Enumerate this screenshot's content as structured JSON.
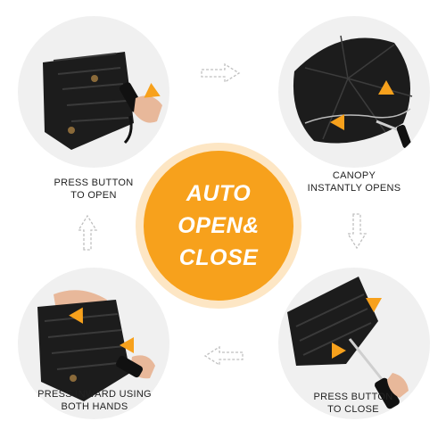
{
  "center_badge": {
    "line1": "AUTO",
    "line2": "OPEN&",
    "line3": "CLOSE"
  },
  "steps": [
    {
      "line1": "PRESS BUTTON",
      "line2": "TO OPEN"
    },
    {
      "line1": "CANOPY",
      "line2": "INSTANTLY OPENS"
    },
    {
      "line1": "PRESS INWARD USING",
      "line2": "BOTH HANDS"
    },
    {
      "line1": "PRESS BUTTON",
      "line2": "TO CLOSE"
    }
  ],
  "colors": {
    "accent": "#f7a11c",
    "accent_ring": "#fde6c4",
    "canopy": "#1c1c1c",
    "photo_bg": "#f0f0f0",
    "arrow_outline": "#bfbfbf"
  },
  "icons": {
    "flow_right": "dashed-arrow-right",
    "flow_down": "dashed-arrow-down",
    "flow_left": "dashed-arrow-left",
    "flow_up": "dashed-arrow-up",
    "callout": "orange-arrow"
  }
}
